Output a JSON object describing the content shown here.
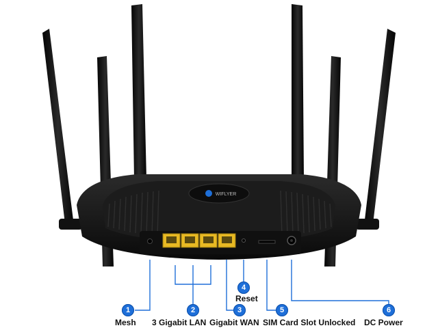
{
  "brand": {
    "logo_text": "WIFLYER"
  },
  "callouts": [
    {
      "number": "1",
      "label": "Mesh"
    },
    {
      "number": "2",
      "label": "3 Gigabit LAN"
    },
    {
      "number": "3",
      "label": "Gigabit WAN"
    },
    {
      "number": "4",
      "label": "Reset"
    },
    {
      "number": "5",
      "label": "SIM Card Slot Unlocked"
    },
    {
      "number": "6",
      "label": "DC Power"
    }
  ],
  "colors": {
    "callout_blue": "#1e6fd9",
    "router_body": "#141414",
    "port_yellow": "#e8b923"
  }
}
